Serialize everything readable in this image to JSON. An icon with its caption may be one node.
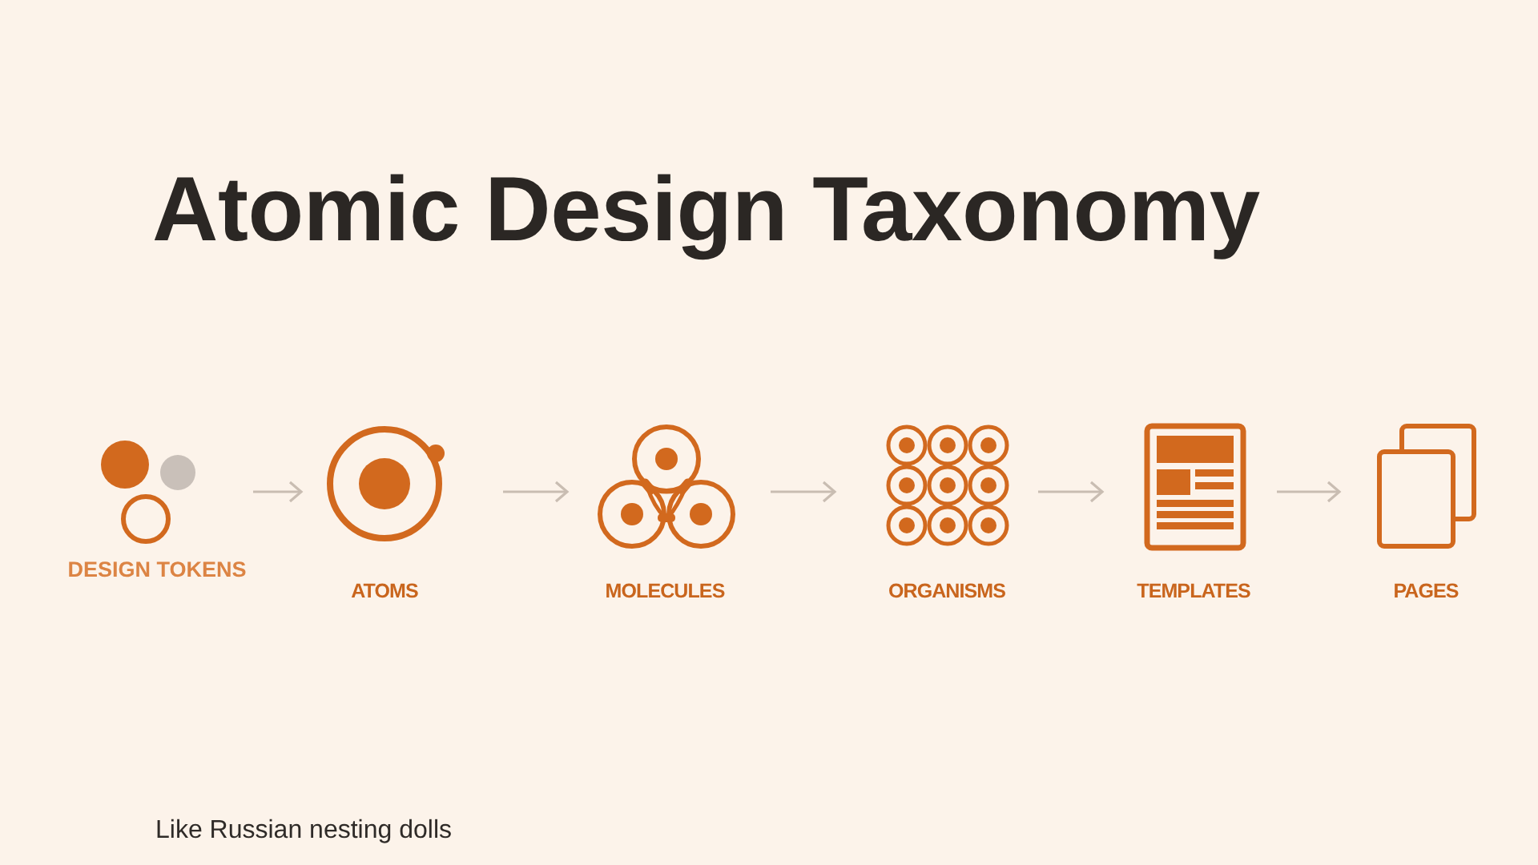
{
  "diagram": {
    "title": "Atomic Design Taxonomy",
    "caption": "Like Russian nesting dolls",
    "nodes": [
      {
        "text": [
          "DESIGN TOKENS"
        ]
      },
      {
        "text": [
          "ATOMS"
        ]
      },
      {
        "text": [
          "MOLECULES"
        ]
      },
      {
        "text": [
          "ORGANISMS"
        ]
      },
      {
        "text": [
          "TEMPLATES"
        ]
      },
      {
        "text": [
          "PAGES"
        ]
      }
    ],
    "edges": [
      {
        "from": 0,
        "to": 1,
        "arrow": "to"
      },
      {
        "from": 1,
        "to": 2,
        "arrow": "to"
      },
      {
        "from": 2,
        "to": 3,
        "arrow": "to"
      },
      {
        "from": 3,
        "to": 4,
        "arrow": "to"
      },
      {
        "from": 4,
        "to": 5,
        "arrow": "to"
      }
    ]
  }
}
